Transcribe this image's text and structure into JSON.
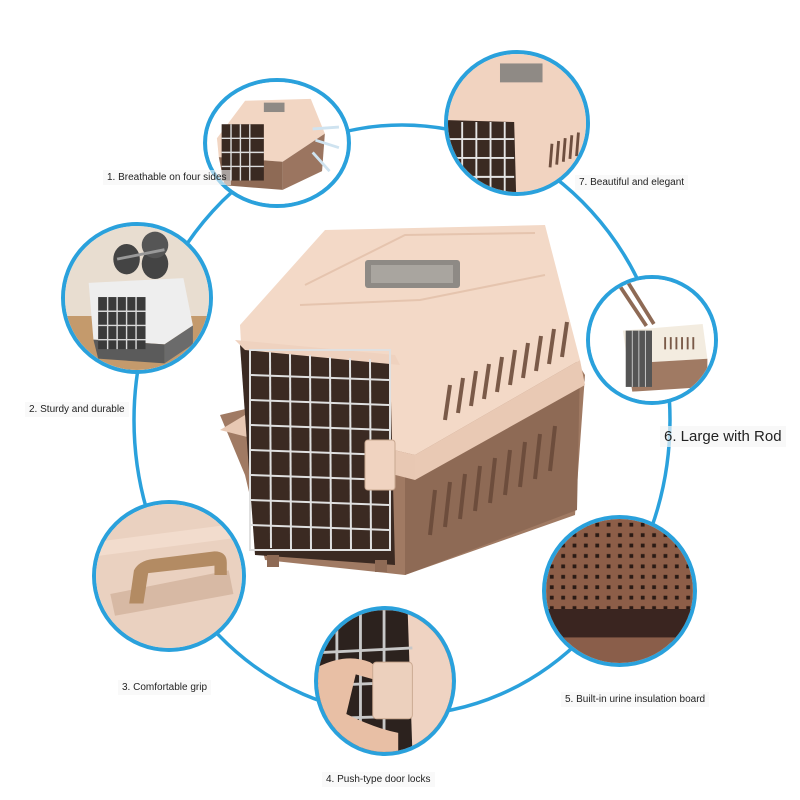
{
  "theme": {
    "ring_color": "#2aa1dc",
    "shell_top_color": "#f2d7c4",
    "shell_base_color": "#9c7660",
    "grate_color": "#d9d9d9"
  },
  "product": {
    "name": "Pet carrier",
    "image_label": "main-pet-carrier"
  },
  "features": [
    {
      "label": "1. Breathable on four sides",
      "icon": "ventilation-arrows"
    },
    {
      "label": "2. Sturdy and durable",
      "icon": "dumbbells-on-carrier"
    },
    {
      "label": "3. Comfortable grip",
      "icon": "handle"
    },
    {
      "label": "4. Push-type door locks",
      "icon": "door-lock"
    },
    {
      "label": "5. Built-in urine insulation board",
      "icon": "perforated-board"
    },
    {
      "label": "6. Large with Rod",
      "icon": "carrier-with-rod"
    },
    {
      "label": "7. Beautiful and elegant",
      "icon": "carrier-closeup"
    }
  ]
}
